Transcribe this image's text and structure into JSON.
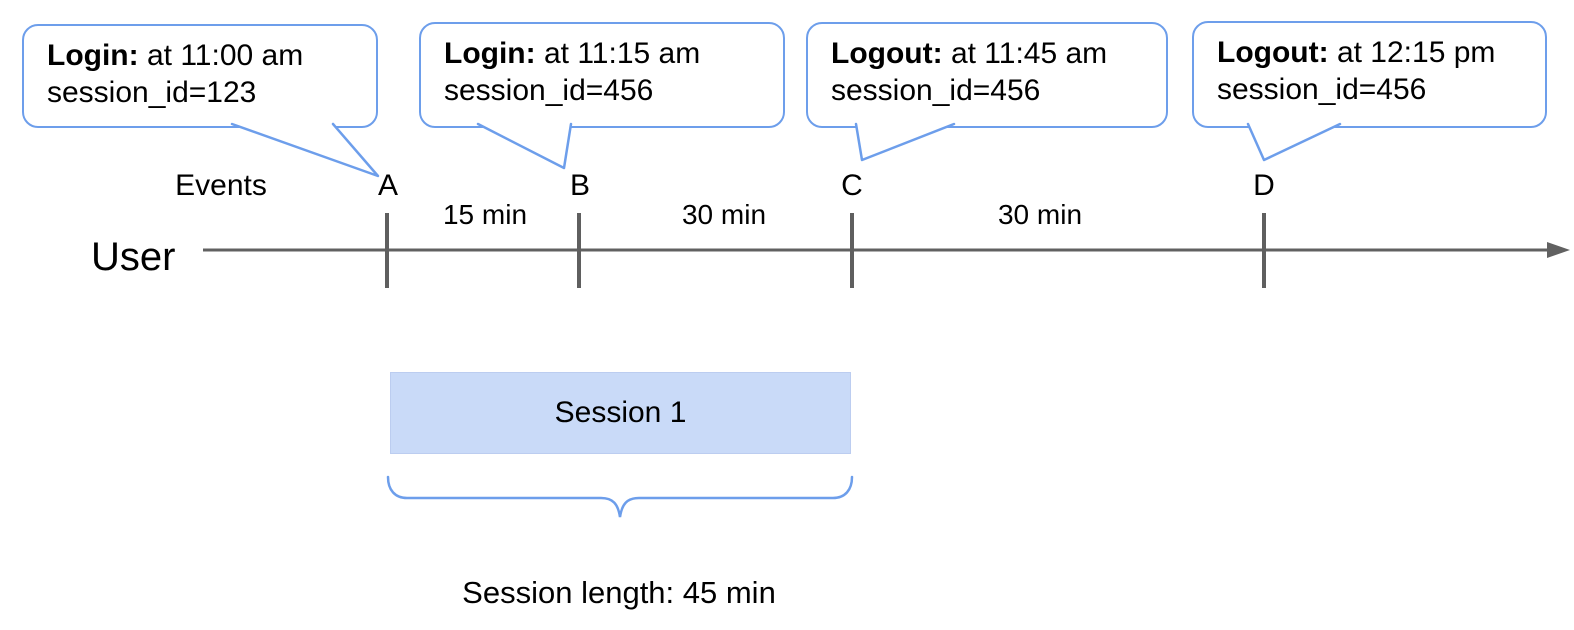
{
  "callouts": [
    {
      "event": "Login:",
      "time": "at 11:00 am",
      "session": "session_id=123",
      "marker": "A"
    },
    {
      "event": "Login:",
      "time": "at 11:15 am",
      "session": "session_id=456",
      "marker": "B"
    },
    {
      "event": "Logout:",
      "time": "at 11:45 am",
      "session": "session_id=456",
      "marker": "C"
    },
    {
      "event": "Logout:",
      "time": "at 12:15 pm",
      "session": "session_id=456",
      "marker": "D"
    }
  ],
  "timeline": {
    "events_label": "Events",
    "user_label": "User",
    "markers": [
      "A",
      "B",
      "C",
      "D"
    ],
    "intervals": [
      {
        "label": "15 min"
      },
      {
        "label": "30 min"
      },
      {
        "label": "30 min"
      }
    ]
  },
  "session": {
    "label": "Session 1",
    "length_label": "Session length: 45 min"
  },
  "colors": {
    "accent_blue": "#6d9eeb",
    "session_fill": "#c9daf8",
    "line_gray": "#616161",
    "tick_gray": "#5f5f5f"
  }
}
